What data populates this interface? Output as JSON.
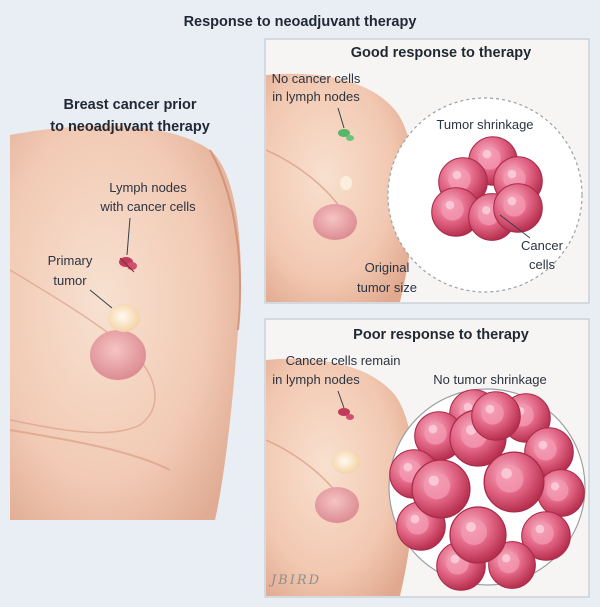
{
  "title": "Response to neoadjuvant therapy",
  "left_panel": {
    "heading_line1": "Breast cancer prior",
    "heading_line2": "to neoadjuvant therapy",
    "lymph_label_line1": "Lymph nodes",
    "lymph_label_line2": "with cancer cells",
    "tumor_label_line1": "Primary",
    "tumor_label_line2": "tumor"
  },
  "good_panel": {
    "heading": "Good response to therapy",
    "lymph_label_line1": "No cancer cells",
    "lymph_label_line2": "in lymph nodes",
    "shrink_label": "Tumor shrinkage",
    "cells_label_line1": "Cancer",
    "cells_label_line2": "cells",
    "original_label_line1": "Original",
    "original_label_line2": "tumor size"
  },
  "poor_panel": {
    "heading": "Poor response to therapy",
    "lymph_label_line1": "Cancer cells remain",
    "lymph_label_line2": "in lymph nodes",
    "shrink_label": "No tumor shrinkage"
  },
  "signature": "JBIRD",
  "colors": {
    "background": "#e9eef4",
    "skin": "#f4d2bd",
    "skin_shadow": "#e3ad93",
    "nipple": "#e9a2a6",
    "cell": "#d24a6d",
    "cell_highlight": "#f29bb2",
    "lymph_cancer": "#c23a5a",
    "lymph_healthy": "#58b56a",
    "tumor": "#fbe8cc"
  },
  "icons": [
    "cancer-cell-cluster-icon",
    "lymph-node-icon",
    "tumor-icon"
  ]
}
